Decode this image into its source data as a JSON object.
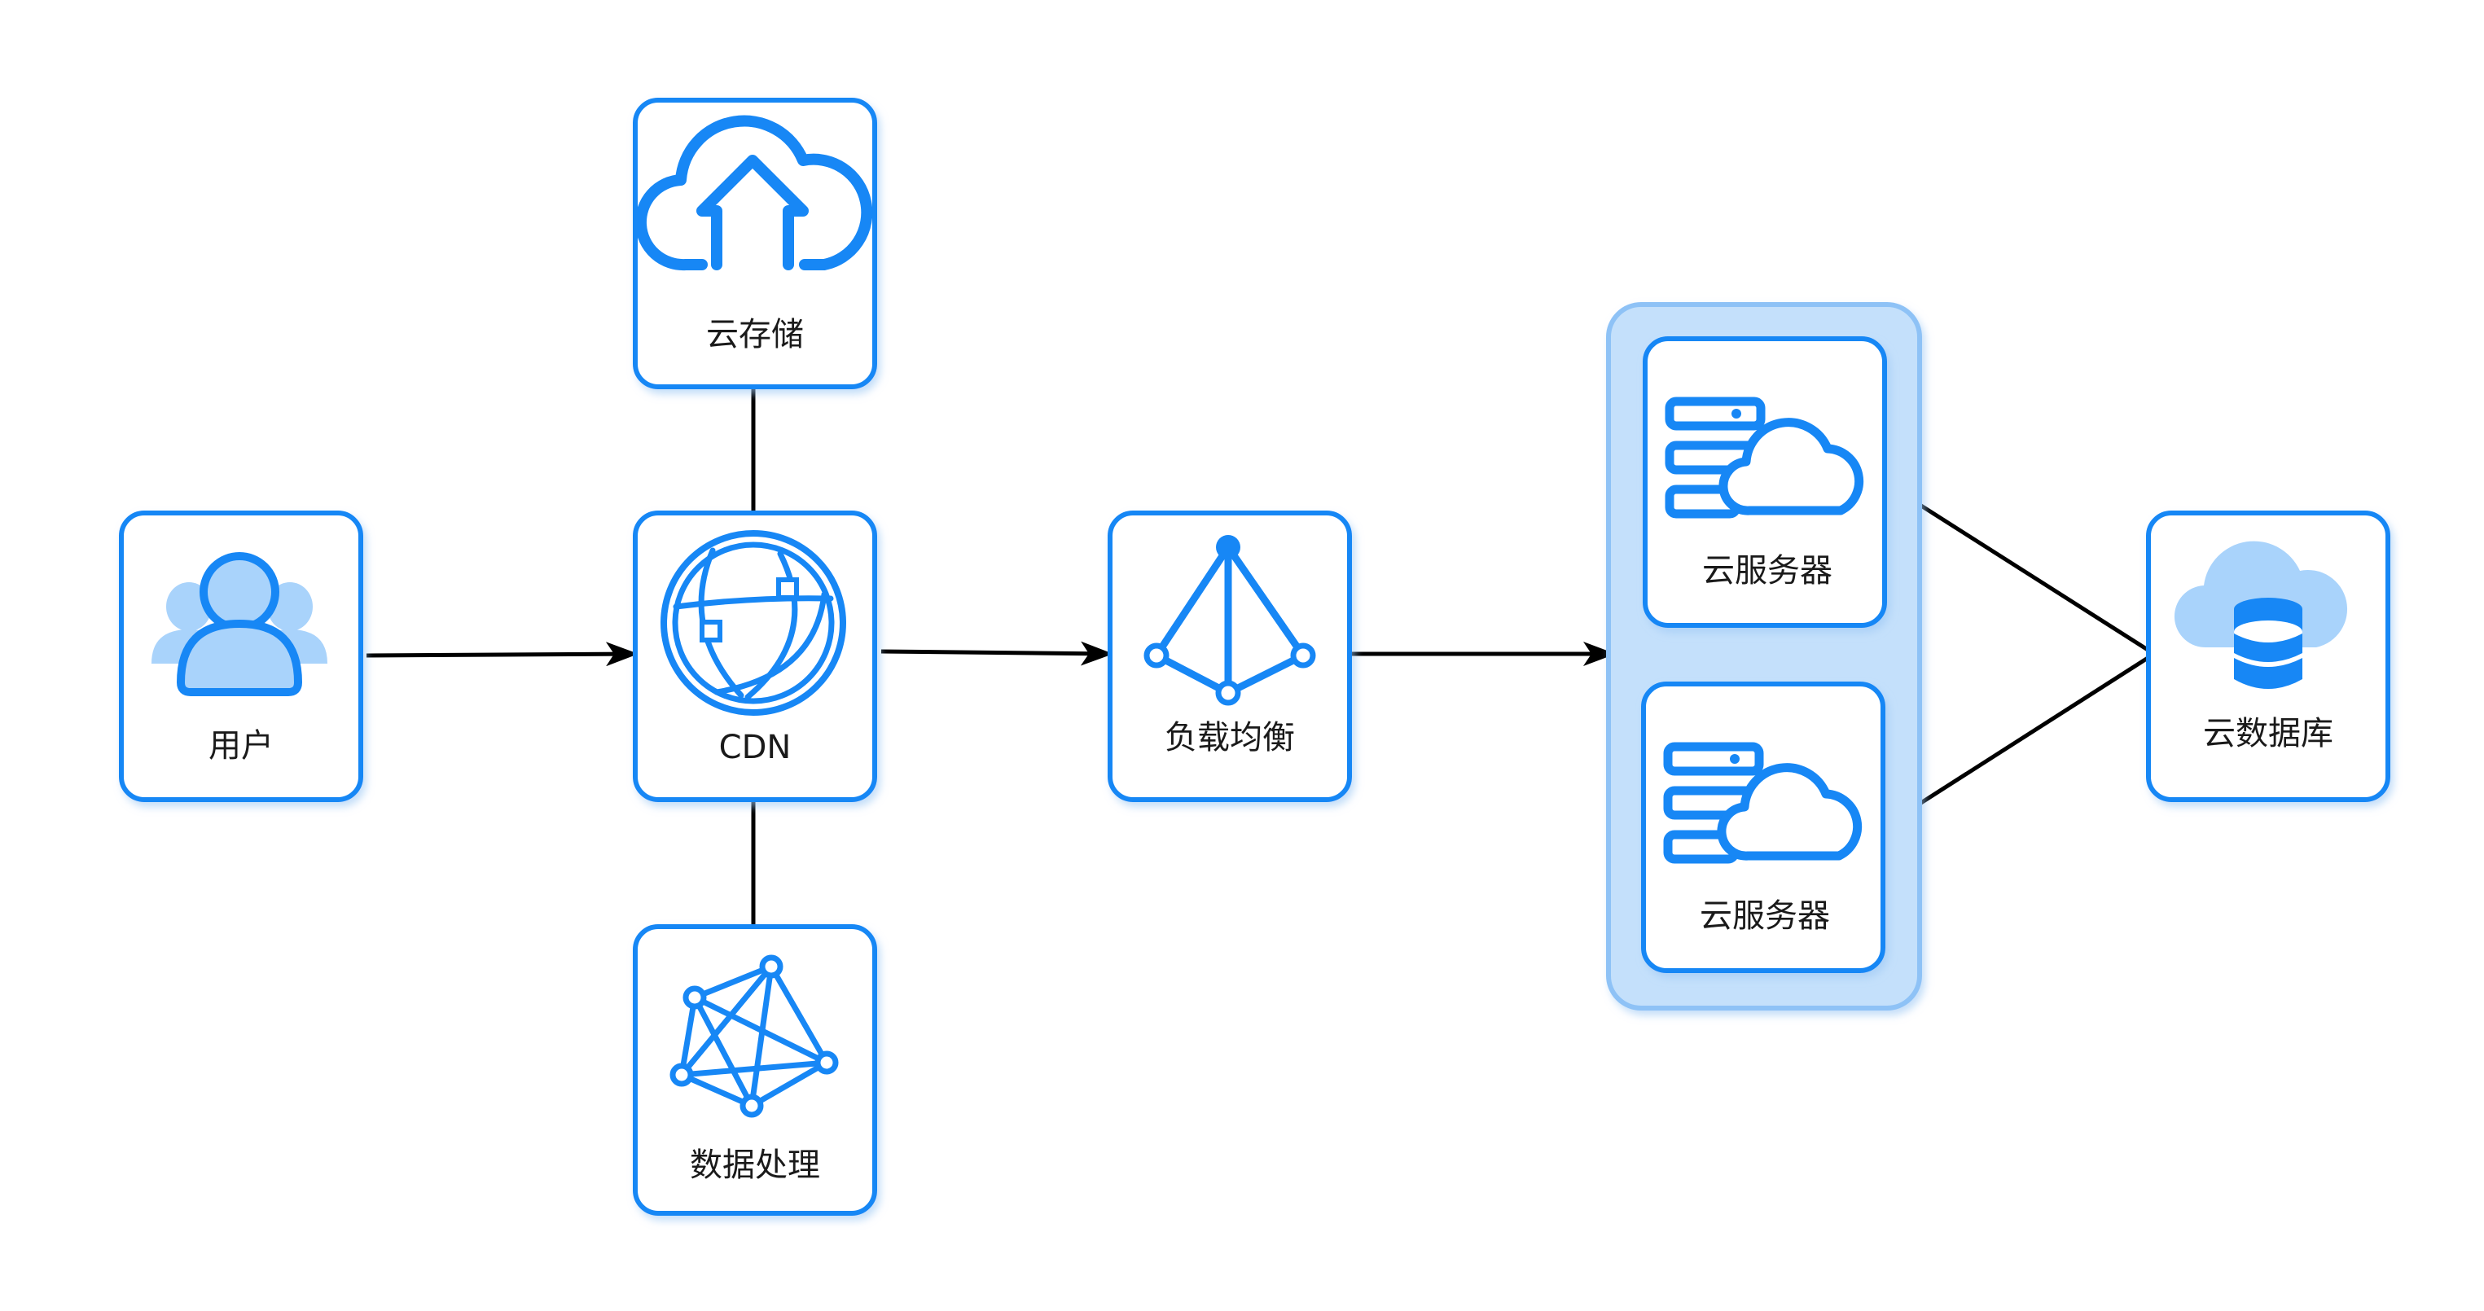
{
  "nodes": {
    "user": {
      "label": "用户",
      "icon": "users-icon"
    },
    "cdn": {
      "label": "CDN",
      "icon": "globe-network-icon"
    },
    "cloud_storage": {
      "label": "云存储",
      "icon": "cloud-upload-icon"
    },
    "data_processing": {
      "label": "数据处理",
      "icon": "network-graph-icon"
    },
    "load_balancer": {
      "label": "负载均衡",
      "icon": "load-balancer-icon"
    },
    "cloud_server_1": {
      "label": "云服务器",
      "icon": "cloud-server-icon"
    },
    "cloud_server_2": {
      "label": "云服务器",
      "icon": "cloud-server-icon"
    },
    "cloud_database": {
      "label": "云数据库",
      "icon": "cloud-database-icon"
    }
  },
  "edges": [
    {
      "from": "user",
      "to": "cdn",
      "arrow": true
    },
    {
      "from": "cdn",
      "to": "load_balancer",
      "arrow": true
    },
    {
      "from": "load_balancer",
      "to": "server_group",
      "arrow": true
    },
    {
      "from": "cdn",
      "to": "cloud_storage",
      "arrow": false
    },
    {
      "from": "cdn",
      "to": "data_processing",
      "arrow": false
    },
    {
      "from": "cloud_server_1",
      "to": "cloud_database",
      "arrow": false
    },
    {
      "from": "cloud_server_2",
      "to": "cloud_database",
      "arrow": false
    }
  ],
  "colors": {
    "accent": "#1787f5",
    "group_fill": "#c4e0fb",
    "group_border": "#8ec2f6",
    "icon_light": "#a9d3fb",
    "edge": "#000000"
  }
}
